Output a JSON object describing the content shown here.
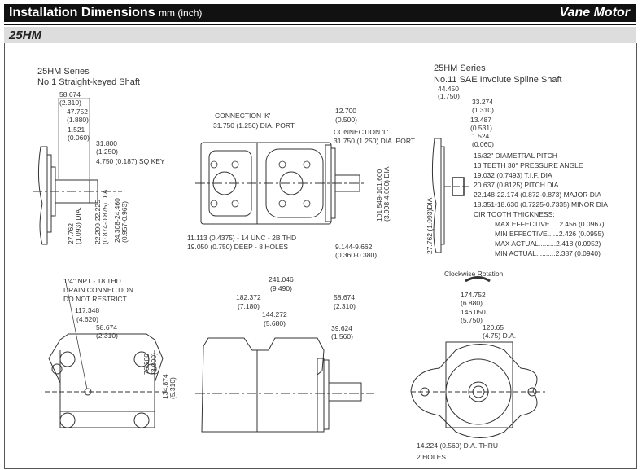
{
  "header": {
    "title": "Installation Dimensions",
    "units": "mm (inch)",
    "product": "Vane Motor"
  },
  "section": "25HM",
  "shaft1": {
    "series": "25HM Series",
    "name": "No.1 Straight-keyed Shaft",
    "dims": [
      "58.674",
      "(2.310)",
      "47.752",
      "(1.880)",
      "1.521",
      "(0.060)",
      "31.800",
      "(1.250)",
      "4.750 (0.187) SQ KEY"
    ],
    "vdims": [
      "27.762",
      "(1.093) DIA.",
      "22.200-22.225",
      "(0.874-0.875) DIA",
      "24.308-24.460",
      "(0.957-0.963)"
    ]
  },
  "side": {
    "conn_k": "CONNECTION 'K'",
    "conn_k_port": "31.750 (1.250) DIA. PORT",
    "d1": "12.700",
    "d1i": "(0.500)",
    "conn_l": "CONNECTION 'L'",
    "conn_l_port": "31.750 (1.250) DIA. PORT",
    "vd": "101.549-101.600",
    "vdi": "(3.998-4.000) DIA",
    "thd": "11.113 (0.4375) - 14 UNC - 2B THD",
    "thd2": "19.050 (0.750) DEEP - 8 HOLES",
    "d2": "9.144-9.662",
    "d2i": "(0.360-0.380)"
  },
  "shaft11": {
    "series": "25HM Series",
    "name": "No.11 SAE Involute Spline Shaft",
    "dims": [
      "44.450",
      "(1.750)",
      "33.274",
      "(1.310)",
      "13.487",
      "(0.531)",
      "1.524",
      "(0.060)"
    ],
    "vdim": "27.762 (1.093)DIA",
    "specs": [
      "16/32\" DIAMETRAL PITCH",
      "13 TEETH 30° PRESSURE ANGLE",
      "19.032 (0.7493) T.I.F. DIA",
      "20.637 (0.8125) PITCH DIA",
      "22.148-22.174 (0.872-0.873) MAJOR DIA",
      "18.351-18.630 (0.7225-0.7335) MINOR DIA",
      "CIR TOOTH THICKNESS:"
    ],
    "thick": [
      "MAX EFFECTIVE.....2.456 (0.0967)",
      "MIN EFFECTIVE......2.426 (0.0955)",
      "MAX ACTUAL.........2.418 (0.0952)",
      "MIN ACTUAL..........2.387 (0.0940)"
    ]
  },
  "rear": {
    "note": [
      "1/4\" NPT - 18 THD",
      "DRAIN CONNECTION",
      "DO NOT RESTRICT"
    ],
    "dims": [
      "117.348",
      "(4.620)",
      "58.674",
      "(2.310)"
    ],
    "v1": "76.200",
    "v1i": "(3.000)",
    "v2": "134.874",
    "v2i": "(5.310)"
  },
  "top": {
    "dims": [
      "241.046",
      "(9.490)",
      "182.372",
      "(7.180)",
      "58.674",
      "(2.310)",
      "144.272",
      "(5.680)",
      "39.624",
      "(1.560)"
    ]
  },
  "front": {
    "rotation": "Clockwise Rotation",
    "dims": [
      "174.752",
      "(6.880)",
      "146.050",
      "(5.750)",
      "120.65",
      "(4.75) D.A."
    ],
    "holes": "14.224 (0.560) D.A. THRU",
    "holes2": "2 HOLES"
  }
}
